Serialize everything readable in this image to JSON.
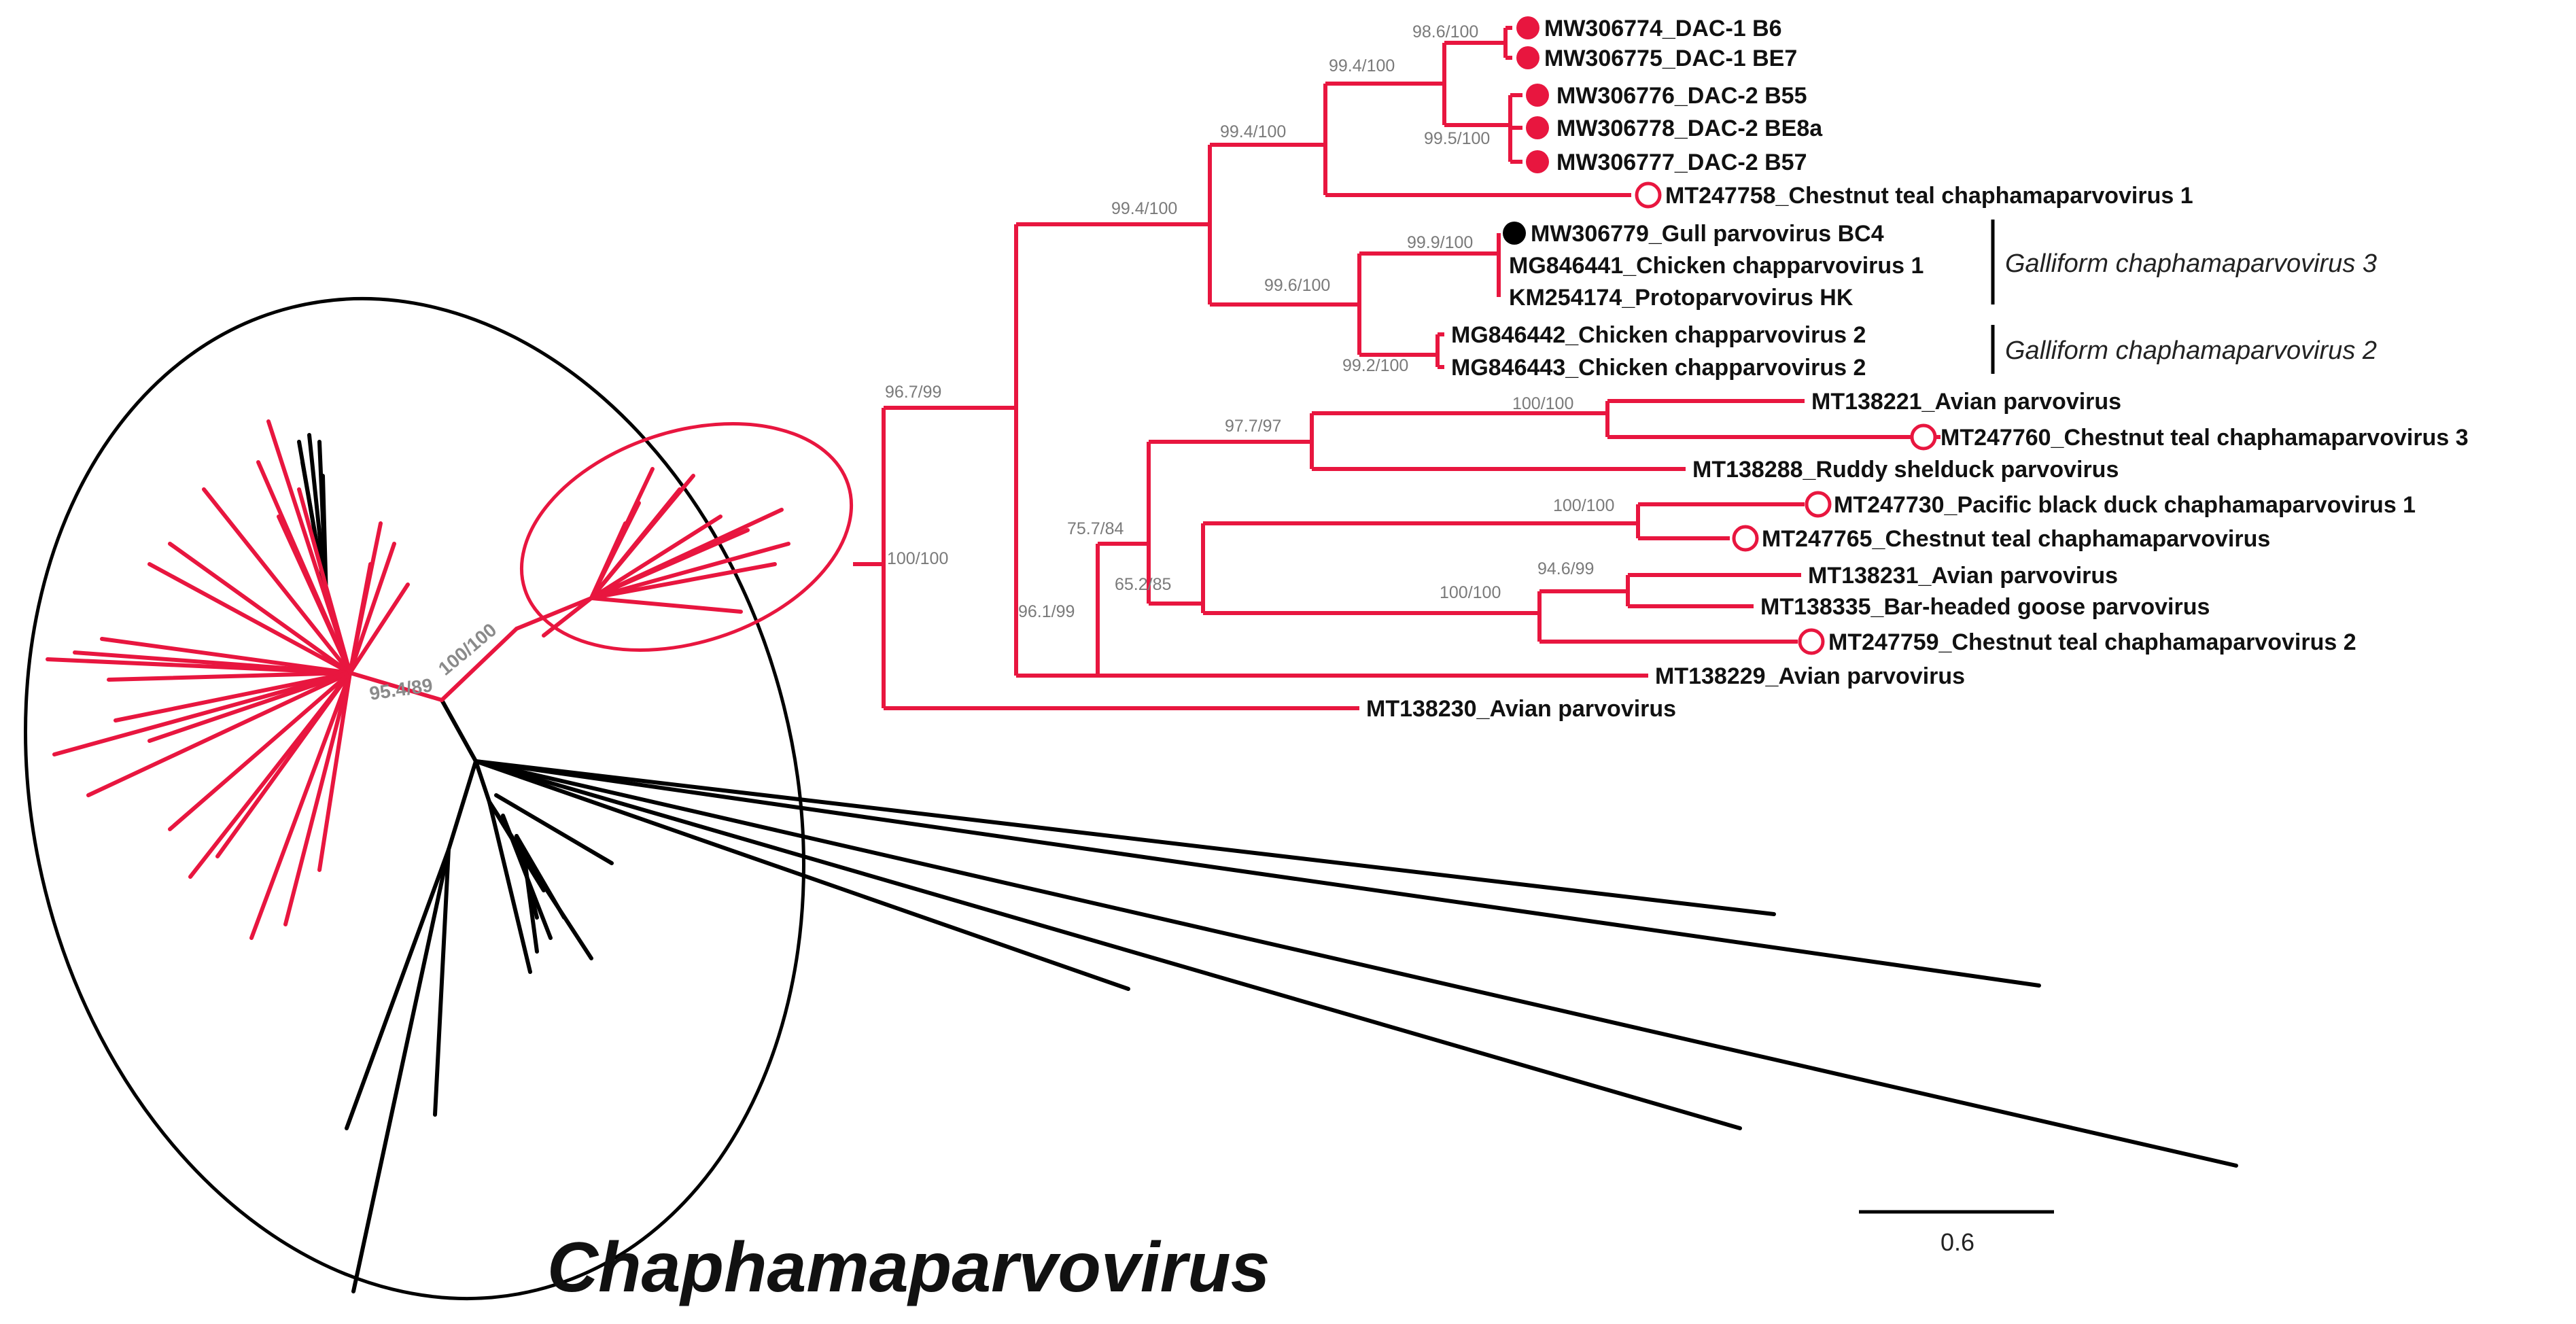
{
  "colors": {
    "highlight_branch": "#e8163f",
    "other_branch": "#000000",
    "support_text": "#7a7a7a",
    "filled_marker": "#e8163f",
    "black_marker": "#000000"
  },
  "genus_label": "Chaphamaparvovirus",
  "scale_bar_label": "0.6",
  "unrooted_support": {
    "red_clade": "100/100",
    "inner": "95.4/89"
  },
  "taxa": [
    {
      "label": "MW306774_DAC-1 B6",
      "marker": "filled-red"
    },
    {
      "label": "MW306775_DAC-1 BE7",
      "marker": "filled-red"
    },
    {
      "label": "MW306776_DAC-2 B55",
      "marker": "filled-red"
    },
    {
      "label": "MW306778_DAC-2 BE8a",
      "marker": "filled-red"
    },
    {
      "label": "MW306777_DAC-2 B57",
      "marker": "filled-red"
    },
    {
      "label": "MT247758_Chestnut teal chaphamaparvovirus 1",
      "marker": "open-red"
    },
    {
      "label": "MW306779_Gull parvovirus BC4",
      "marker": "filled-black"
    },
    {
      "label": "MG846441_Chicken chapparvovirus 1",
      "marker": "none"
    },
    {
      "label": "KM254174_Protoparvovirus HK",
      "marker": "none"
    },
    {
      "label": "MG846442_Chicken chapparvovirus 2",
      "marker": "none"
    },
    {
      "label": "MG846443_Chicken chapparvovirus 2",
      "marker": "none"
    },
    {
      "label": "MT138221_Avian parvovirus",
      "marker": "none"
    },
    {
      "label": "MT247760_Chestnut teal chaphamaparvovirus 3",
      "marker": "open-red"
    },
    {
      "label": "MT138288_Ruddy shelduck parvovirus",
      "marker": "none"
    },
    {
      "label": "MT247730_Pacific black duck chaphamaparvovirus 1",
      "marker": "open-red"
    },
    {
      "label": "MT247765_Chestnut teal chaphamaparvovirus",
      "marker": "open-red"
    },
    {
      "label": "MT138231_Avian parvovirus",
      "marker": "none"
    },
    {
      "label": "MT138335_Bar-headed goose parvovirus",
      "marker": "none"
    },
    {
      "label": "MT247759_Chestnut teal chaphamaparvovirus 2",
      "marker": "open-red"
    },
    {
      "label": "MT138229_Avian parvovirus",
      "marker": "none"
    },
    {
      "label": "MT138230_Avian parvovirus",
      "marker": "none"
    }
  ],
  "support_values": [
    "98.6/100",
    "99.4/100",
    "99.5/100",
    "99.4/100",
    "99.4/100",
    "99.9/100",
    "99.6/100",
    "99.2/100",
    "96.7/99",
    "100/100",
    "97.7/97",
    "100/100",
    "75.7/84",
    "65.2/85",
    "100/100",
    "94.6/99",
    "96.1/99",
    "100/100"
  ],
  "clade_labels": [
    "Galliform chaphamaparvovirus 3",
    "Galliform chaphamaparvovirus 2"
  ]
}
